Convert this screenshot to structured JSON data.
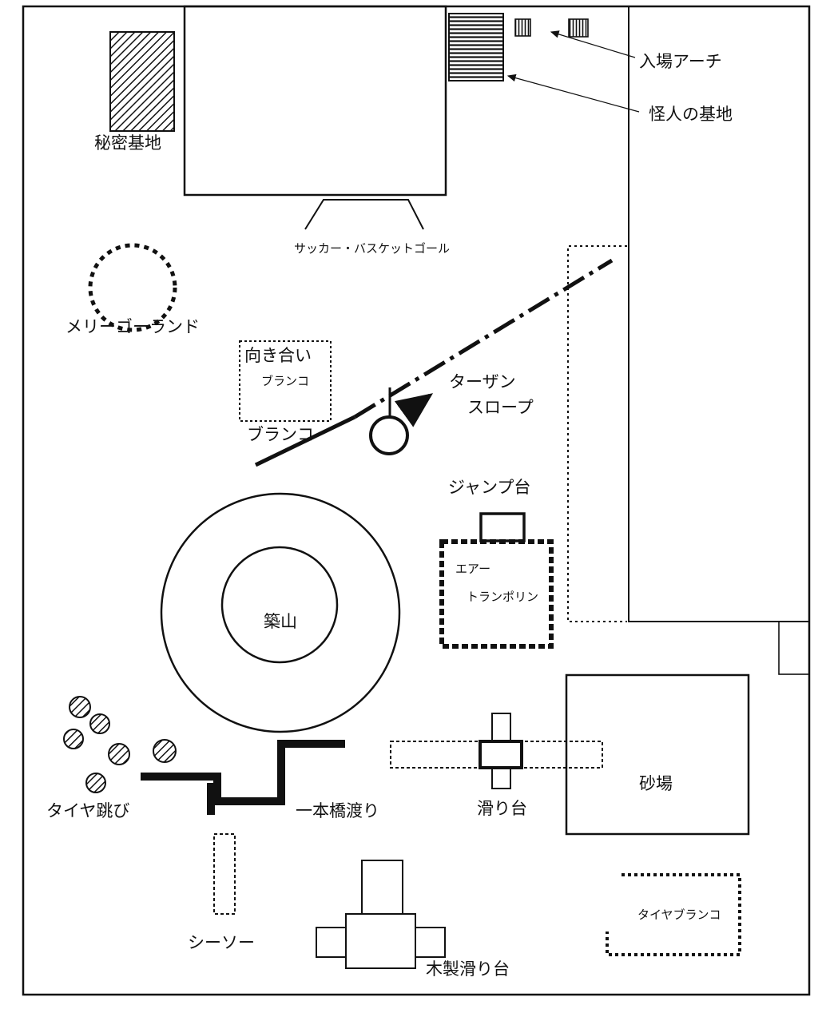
{
  "labels": {
    "secret_base": "秘密基地",
    "entrance_arch": "入場アーチ",
    "monster_base": "怪人の基地",
    "goal": "サッカー・バスケットゴール",
    "merry_go_round": "メリーゴーランド",
    "facing_swing_line1": "向き合い",
    "facing_swing_line2": "ブランコ",
    "swing": "ブランコ",
    "tarzan_line1": "ターザン",
    "tarzan_line2": "スロープ",
    "jump_stand": "ジャンプ台",
    "air_trampoline_line1": "エアー",
    "air_trampoline_line2": "トランポリン",
    "artificial_hill": "築山",
    "tire_jump": "タイヤ跳び",
    "balance_beam": "一本橋渡り",
    "slide": "滑り台",
    "sandbox": "砂場",
    "seesaw": "シーソー",
    "wooden_slide": "木製滑り台",
    "tire_swing": "タイヤブランコ"
  },
  "colors": {
    "ink": "#111111",
    "paper": "#ffffff"
  }
}
